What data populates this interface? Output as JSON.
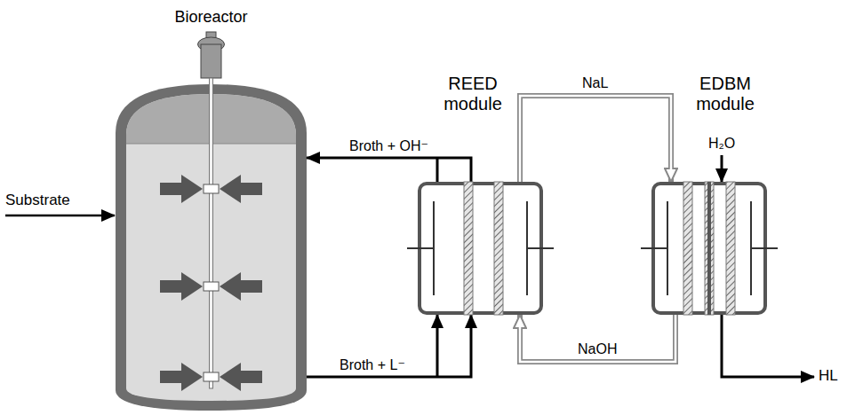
{
  "diagram": {
    "nodes": [
      {
        "text": [
          "Bioreactor"
        ]
      },
      {
        "text": [
          "REED module"
        ]
      },
      {
        "text": [
          "EDBM module"
        ]
      }
    ],
    "edges": [
      {
        "from": 1,
        "to": 0,
        "arrow": "to",
        "label": "Broth + OH⁻"
      },
      {
        "from": 0,
        "to": 1,
        "arrow": "to",
        "label": "Broth + L⁻"
      },
      {
        "from": 1,
        "to": 2,
        "arrow": "to",
        "label": "NaL"
      },
      {
        "from": 2,
        "to": 1,
        "arrow": "to",
        "label": "NaOH"
      }
    ],
    "labels": [
      "Substrate",
      "H₂O",
      "HL"
    ]
  }
}
